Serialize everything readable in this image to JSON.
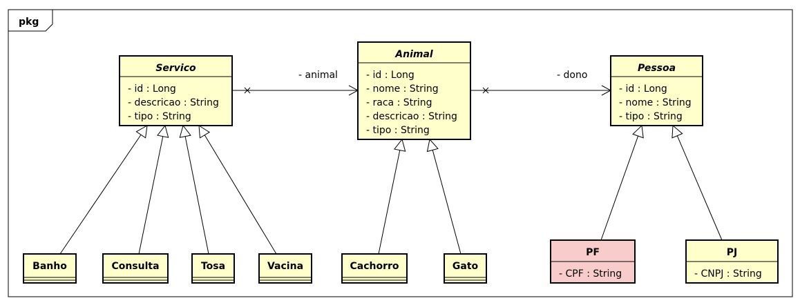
{
  "package": {
    "label": "pkg"
  },
  "colors": {
    "class_fill": "#FFFFCC",
    "highlight_fill": "#F9CCCC",
    "line": "#000000"
  },
  "classes": {
    "servico": {
      "name": "Servico",
      "abstract": true,
      "attributes": [
        "- id : Long",
        "- descricao : String",
        "- tipo : String"
      ]
    },
    "animal": {
      "name": "Animal",
      "abstract": true,
      "attributes": [
        "- id : Long",
        "- nome : String",
        "- raca : String",
        "- descricao : String",
        "- tipo : String"
      ]
    },
    "pessoa": {
      "name": "Pessoa",
      "abstract": true,
      "attributes": [
        "- id : Long",
        "- nome : String",
        "- tipo : String"
      ]
    },
    "banho": {
      "name": "Banho",
      "attributes": []
    },
    "consulta": {
      "name": "Consulta",
      "attributes": []
    },
    "tosa": {
      "name": "Tosa",
      "attributes": []
    },
    "vacina": {
      "name": "Vacina",
      "attributes": []
    },
    "cachorro": {
      "name": "Cachorro",
      "attributes": []
    },
    "gato": {
      "name": "Gato",
      "attributes": []
    },
    "pf": {
      "name": "PF",
      "highlighted": true,
      "attributes": [
        "- CPF : String"
      ]
    },
    "pj": {
      "name": "PJ",
      "attributes": [
        "- CNPJ : String"
      ]
    }
  },
  "associations": {
    "servico_animal": {
      "label": "- animal",
      "from": "servico",
      "to": "animal"
    },
    "animal_pessoa": {
      "label": "- dono",
      "from": "animal",
      "to": "pessoa"
    }
  },
  "generalizations": [
    {
      "child": "banho",
      "parent": "servico"
    },
    {
      "child": "consulta",
      "parent": "servico"
    },
    {
      "child": "tosa",
      "parent": "servico"
    },
    {
      "child": "vacina",
      "parent": "servico"
    },
    {
      "child": "cachorro",
      "parent": "animal"
    },
    {
      "child": "gato",
      "parent": "animal"
    },
    {
      "child": "pf",
      "parent": "pessoa"
    },
    {
      "child": "pj",
      "parent": "pessoa"
    }
  ]
}
